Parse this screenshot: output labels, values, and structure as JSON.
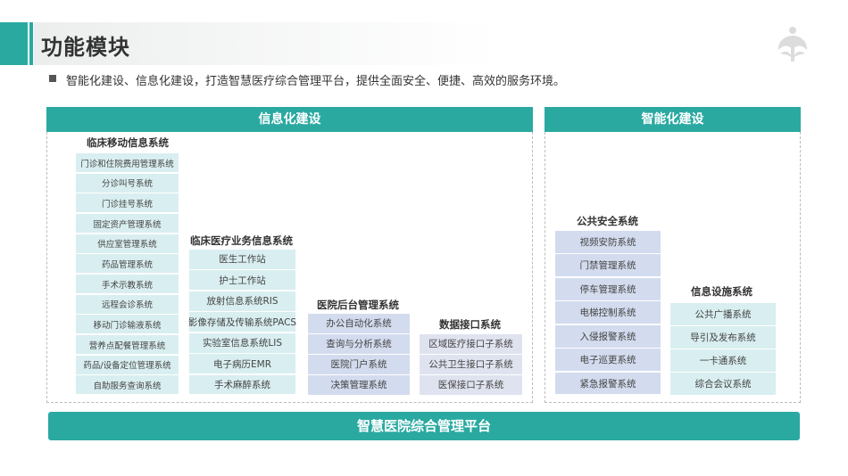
{
  "header": {
    "title": "功能模块",
    "subtitle": "智能化建设、信息化建设，打造智慧医疗综合管理平台，提供全面安全、便捷、高效的服务环境。"
  },
  "colors": {
    "teal": "#2aa9a1",
    "light_teal": "#d9eef0",
    "lavender": "#d3dbee",
    "light_lavender": "#dfe3ef"
  },
  "sections": {
    "info": "信息化建设",
    "smart": "智能化建设"
  },
  "columns": [
    {
      "title": "临床移动信息系统",
      "items": [
        "门诊和住院费用管理系统",
        "分诊叫号系统",
        "门诊挂号系统",
        "固定资产管理系统",
        "供应室管理系统",
        "药品管理系统",
        "手术示教系统",
        "远程会诊系统",
        "移动门诊输液系统",
        "营养点配餐管理系统",
        "药品/设备定位管理系统",
        "自助服务查询系统"
      ]
    },
    {
      "title": "临床医疗业务信息系统",
      "items": [
        "医生工作站",
        "护士工作站",
        "放射信息系统RIS",
        "影像存储及传输系统PACS",
        "实验室信息系统LIS",
        "电子病历EMR",
        "手术麻醉系统"
      ]
    },
    {
      "title": "医院后台管理系统",
      "items": [
        "办公自动化系统",
        "查询与分析系统",
        "医院门户系统",
        "决策管理系统"
      ]
    },
    {
      "title": "数据接口系统",
      "items": [
        "区域医疗接口子系统",
        "公共卫生接口子系统",
        "医保接口子系统"
      ]
    },
    {
      "title": "公共安全系统",
      "items": [
        "视频安防系统",
        "门禁管理系统",
        "停车管理系统",
        "电梯控制系统",
        "入侵报警系统",
        "电子巡更系统",
        "紧急报警系统"
      ]
    },
    {
      "title": "信息设施系统",
      "items": [
        "公共广播系统",
        "导引及发布系统",
        "一卡通系统",
        "综合会议系统"
      ]
    }
  ],
  "platform": "智慧医院综合管理平台"
}
